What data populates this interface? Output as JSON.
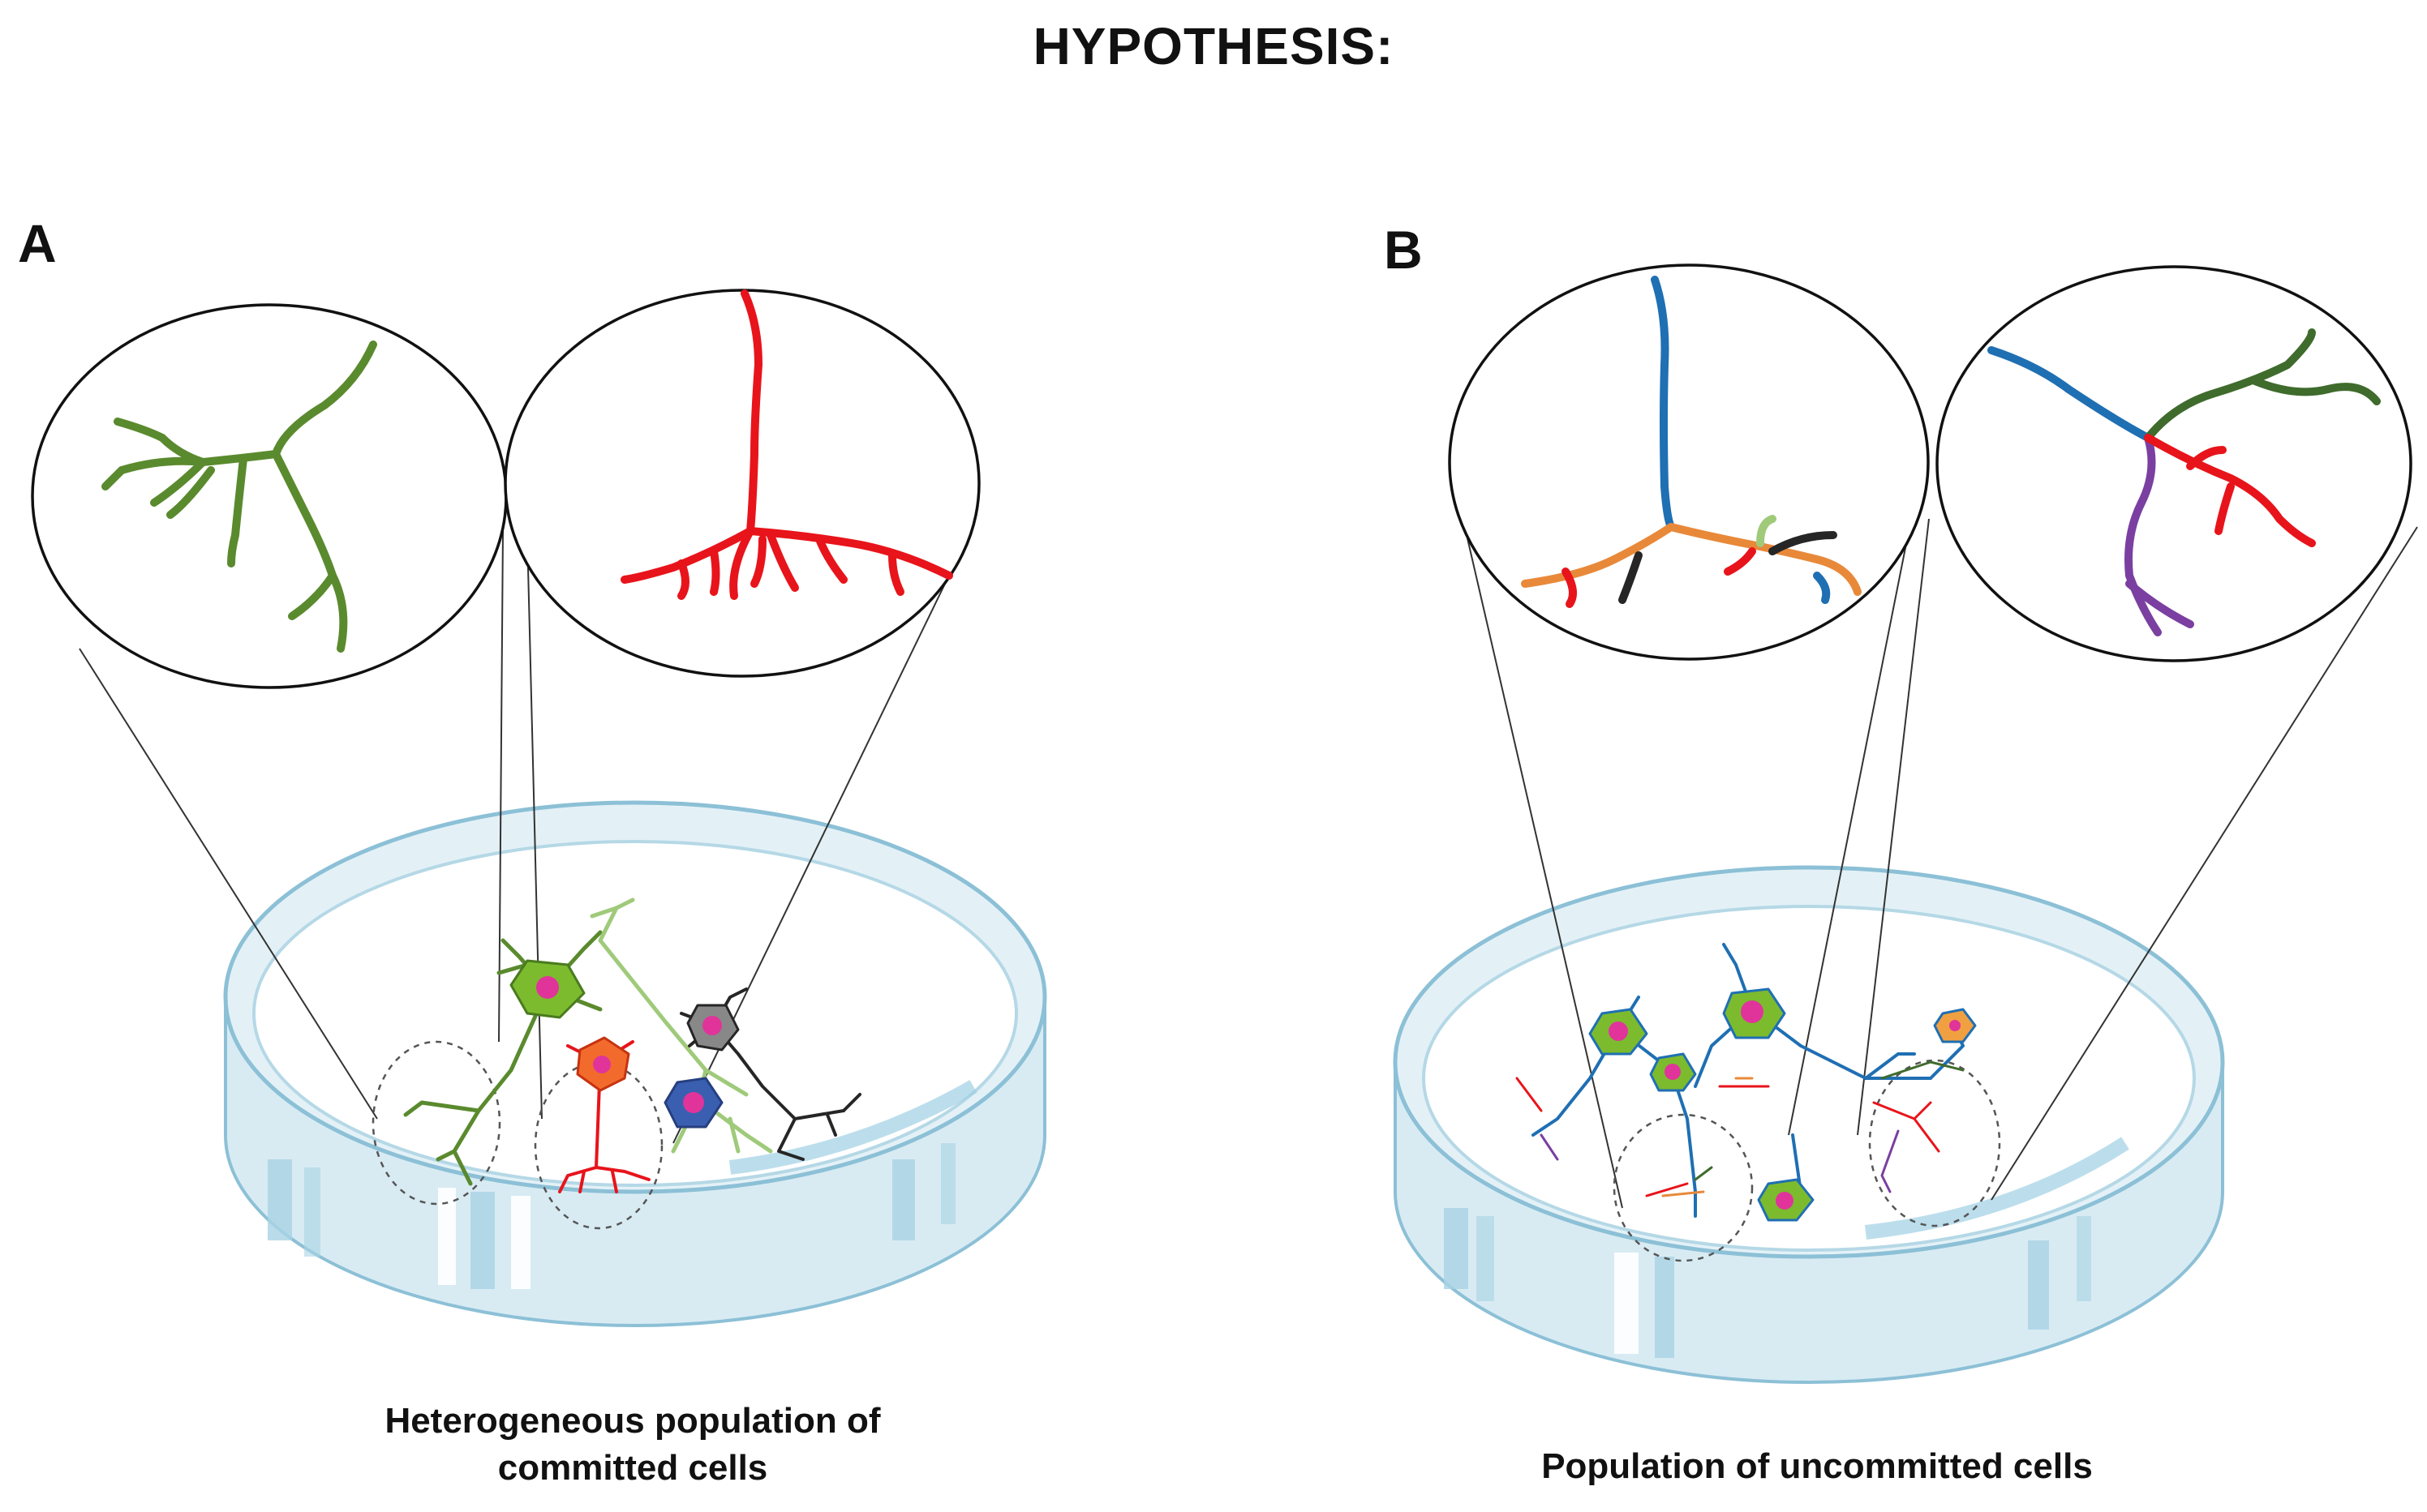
{
  "title": "HYPOTHESIS:",
  "panels": [
    {
      "label": "A",
      "caption_line1": "Heterogeneous population of",
      "caption_line2": "committed cells"
    },
    {
      "label": "B",
      "caption_line1": "Population of uncommitted cells",
      "caption_line2": ""
    }
  ],
  "colors": {
    "green": "#5a8a2e",
    "light_green": "#9fca7a",
    "red": "#e8141b",
    "black": "#262626",
    "blue": "#1f6fb3",
    "orange": "#e8893a",
    "dark_green": "#3f6b2c",
    "purple": "#7a3fa0",
    "dish_fill": "#dcedf5",
    "dish_stroke": "#8cc0d6"
  }
}
